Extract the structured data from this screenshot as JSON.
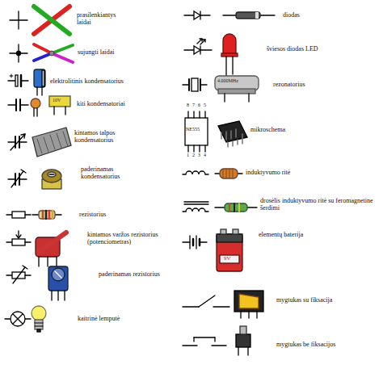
{
  "diagram": {
    "labels": [
      "prasilenkiantys laidai",
      "sujungti laidai",
      "elektrolitinis kondensatorius",
      "kiti kondensatoriai",
      "kintamos talpos kondensatorius",
      "paderinamas kondensatorius",
      "rezistorius",
      "kintamos varžos rezistorius (potenciometras)",
      "paderinamas rezistorius",
      "kaitrinė lemputė",
      "diodas",
      "šviesos diodas LED",
      "rezonatorius",
      "mikroschema",
      "induktyvumo ritė",
      "drosėlis induktyvumo ritė su feromagnetine šerdimi",
      "elementų baterija",
      "mygtukas su fiksacija",
      "mygtukas be fiksacijos",
      "10V",
      "4.000MHz",
      "NE555",
      "8",
      "7",
      "6",
      "5",
      "1",
      "2",
      "3",
      "4",
      "9V"
    ]
  }
}
